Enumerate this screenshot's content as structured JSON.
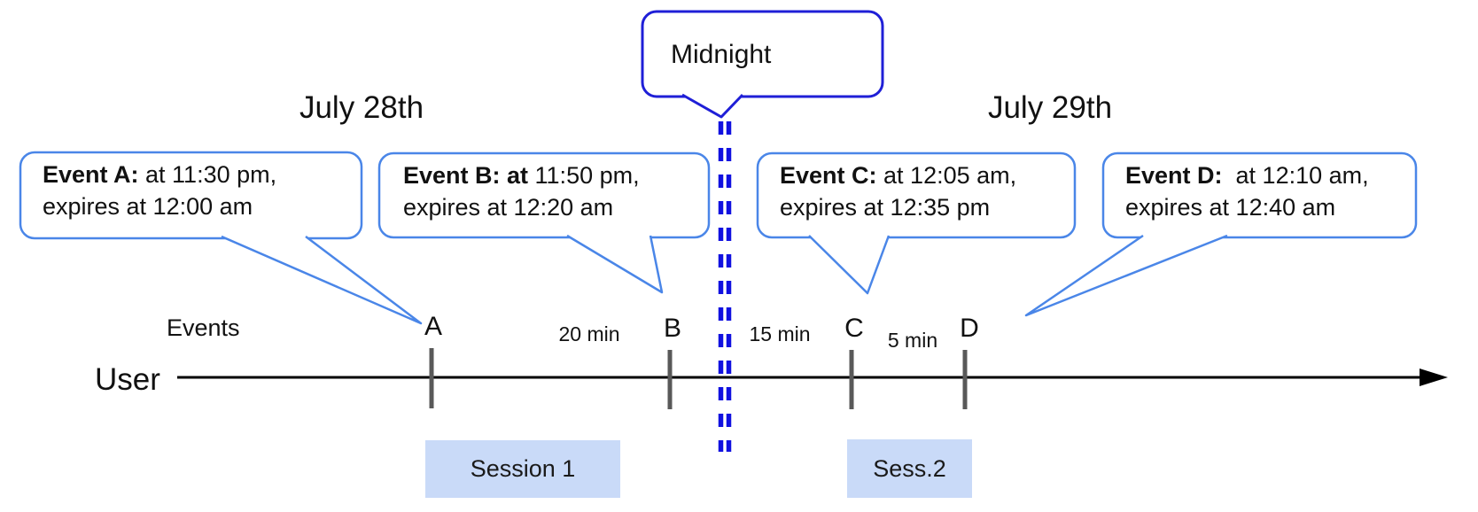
{
  "diagram": {
    "title_left": "July 28th",
    "title_right": "July 29th",
    "midnight": {
      "label": "Midnight"
    },
    "axis": {
      "events_label": "Events",
      "user_label": "User"
    },
    "ticks": [
      {
        "label": "A"
      },
      {
        "label": "B"
      },
      {
        "label": "C"
      },
      {
        "label": "D"
      }
    ],
    "intervals": [
      {
        "label": "20 min"
      },
      {
        "label": "15 min"
      },
      {
        "label": "5 min"
      }
    ],
    "bubbles": {
      "a": {
        "bold": "Event A:",
        "rest": " at 11:30 pm,",
        "line2": "expires at 12:00 am"
      },
      "b": {
        "bold": "Event B: at",
        "rest": " 11:50 pm,",
        "line2": "expires at 12:20 am"
      },
      "c": {
        "bold": "Event C:",
        "rest": " at 12:05 am,",
        "line2": "expires at 12:35 pm"
      },
      "d": {
        "bold": "Event D:",
        "rest": "  at 12:10 am,",
        "line2": "expires at 12:40 am"
      }
    },
    "sessions": [
      {
        "label": "Session 1"
      },
      {
        "label": "Sess.2"
      }
    ],
    "colors": {
      "event_bubble_border": "#4a86e8",
      "midnight_border": "#1f1fd7",
      "midnight_dash": "#1111e0",
      "session_fill": "#c9daf8",
      "tick": "#595959",
      "axis": "#000000"
    }
  }
}
